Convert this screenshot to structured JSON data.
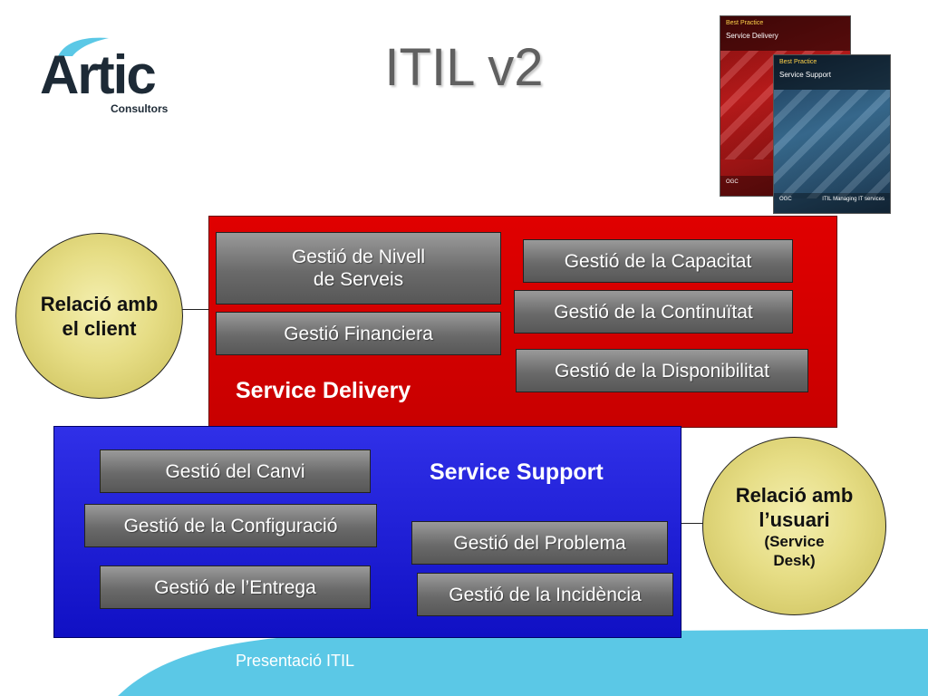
{
  "title": "ITIL v2",
  "logo": {
    "name": "Artic",
    "subtitle": "Consultors"
  },
  "books": [
    {
      "series": "Best Practice",
      "title": "Service Delivery",
      "publisher": "OGC"
    },
    {
      "series": "Best Practice",
      "title": "Service Support",
      "publisher": "OGC",
      "footer": "ITIL Managing IT services"
    }
  ],
  "service_delivery": {
    "label": "Service Delivery",
    "processes": [
      "Gestió de Nivell\nde Serveis",
      "Gestió Financiera",
      "Gestió de la Capacitat",
      "Gestió de la Continuïtat",
      "Gestió de la Disponibilitat"
    ]
  },
  "service_support": {
    "label": "Service Support",
    "processes": [
      "Gestió del Canvi",
      "Gestió de la Configuració",
      "Gestió de l’Entrega",
      "Gestió del Problema",
      "Gestió de la Incidència"
    ]
  },
  "client_relation": {
    "text": "Relació amb\nel client"
  },
  "user_relation": {
    "text": "Relació amb\nl’usuari",
    "subtext": "(Service\nDesk)"
  },
  "footer": "Presentació ITIL",
  "colors": {
    "delivery": "#d40000",
    "support": "#2020d8",
    "process": "#6a6a6a",
    "circle": "#e6dd85",
    "wave": "#5bc8e6"
  }
}
